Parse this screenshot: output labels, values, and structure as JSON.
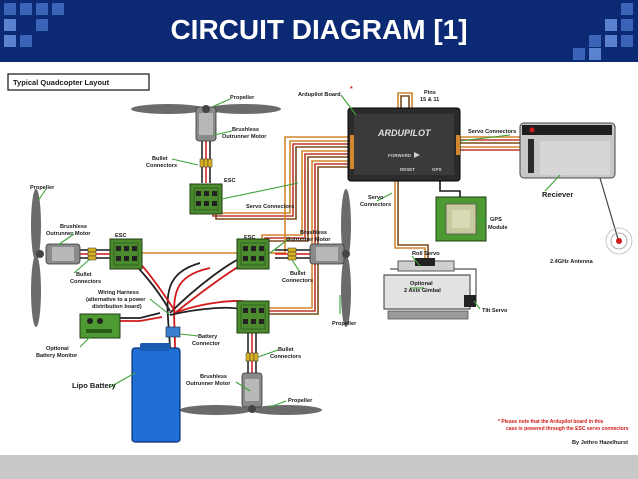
{
  "title": "CIRCUIT DIAGRAM [1]",
  "diagram": {
    "heading": "Typical Quadcopter Layout",
    "labels": {
      "propeller": "Propeller",
      "brushless_outrunner_motor": [
        "Brushless",
        "Outrunner Motor"
      ],
      "bullet_connectors": [
        "Bullet",
        "Connectors"
      ],
      "esc": "ESC",
      "servo_connectors": "Servo Connectors",
      "ardupilot_board": "Ardupilot Board",
      "pins": [
        "Pins",
        "15 & 11"
      ],
      "servo_connectors_left": [
        "Servo",
        "Connectors"
      ],
      "reciever": "Reciever",
      "gps": [
        "GPS",
        "Module"
      ],
      "antenna": "2.4GHz Antenna",
      "roll_servo": "Roll Servo",
      "gimbal": [
        "Optional",
        "2 Axis Gimbal"
      ],
      "tilt_servo": "Tilt Servo",
      "wiring_harness": [
        "Wiring Harness",
        "(alternative to a power",
        "distribution board)"
      ],
      "battery_connector": [
        "Battery",
        "Connector"
      ],
      "battery_monitor": [
        "Optional",
        "Battery Monitor"
      ],
      "lipo_battery": "Lipo Battery",
      "note": [
        "* Please note that the Ardupilot board in this",
        "case is powered through the ESC servo connectors"
      ],
      "credit": "By Jethro Hazelhurst",
      "board_brand": "ARDUPILOT",
      "forward": "FORWARD",
      "gps_port": "GPS",
      "reset": "RESET"
    },
    "colors": {
      "title_bar": "#0b2a73",
      "esc": "#4c8a2e",
      "board": "#2b2b2b",
      "gps": "#4e9a32",
      "battery": "#1f6fd6",
      "servo_wire_orange": "#d2862d",
      "wire_red": "#d11a1a",
      "wire_black": "#222222"
    }
  }
}
